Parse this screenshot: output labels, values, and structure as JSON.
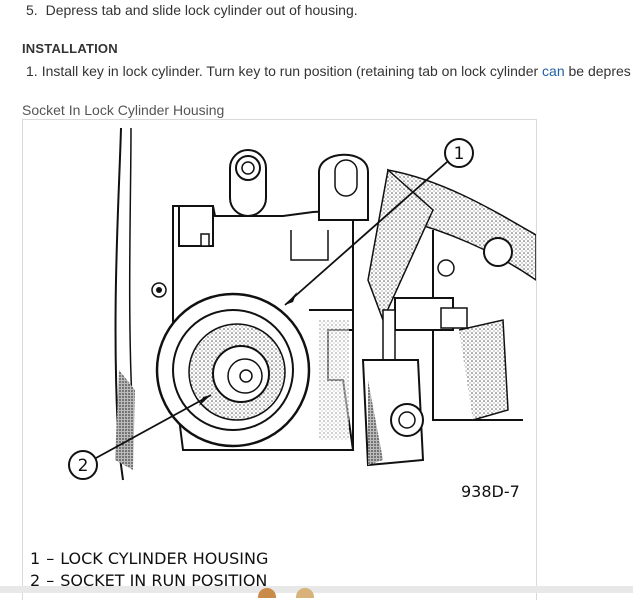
{
  "steps_before": [
    {
      "num": "5.",
      "text": "Depress tab and slide lock cylinder out of housing."
    }
  ],
  "section": {
    "heading": "INSTALLATION",
    "steps": [
      {
        "num": "1.",
        "text_before": "Install key in lock cylinder. Turn key to run position (retaining tab on lock cylinder ",
        "link": "can",
        "text_after": " be depres"
      }
    ]
  },
  "figure": {
    "caption": "Socket In Lock Cylinder Housing",
    "code": "938D-7",
    "callouts": [
      "1",
      "2"
    ],
    "legend": [
      {
        "num": "1",
        "sep": "–",
        "label": "LOCK CYLINDER HOUSING"
      },
      {
        "num": "2",
        "sep": "–",
        "label": "SOCKET IN RUN POSITION"
      }
    ]
  },
  "colors": {
    "link": "#1f5fa6",
    "text": "#333333"
  }
}
